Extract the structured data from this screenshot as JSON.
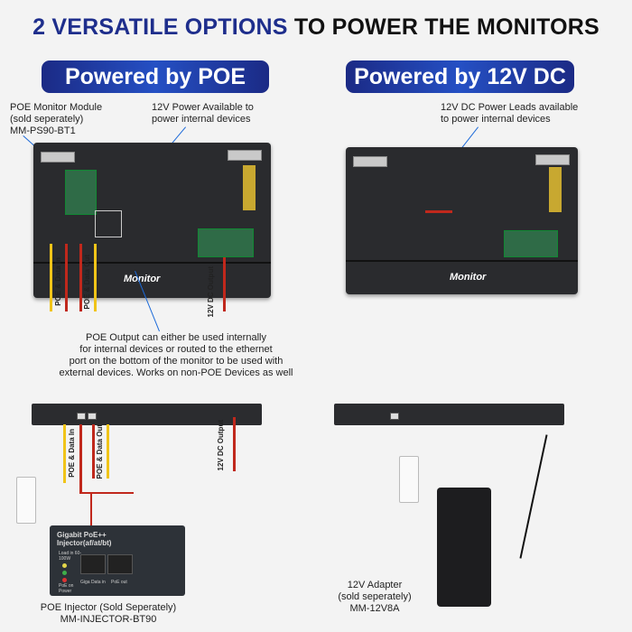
{
  "title": {
    "highlight": "2 VERSATILE OPTIONS",
    "rest": " TO POWER THE MONITORS"
  },
  "left": {
    "heading": "Powered by POE",
    "module_caption": [
      "POE Monitor Module",
      "(sold seperately)",
      "MM-PS90-BT1"
    ],
    "power_caption": [
      "12V Power Available to",
      "power internal devices"
    ],
    "label_in": "POE & Data In",
    "label_out": "POE & Data Out",
    "label_dc": "12V DC Output",
    "logo": "Monitor",
    "note": [
      "POE Output can either be used internally",
      "for internal devices or routed to the ethernet",
      "port on the bottom of the monitor to be used with",
      "external devices. Works on non-POE Devices as well"
    ],
    "injector": {
      "title": [
        "Gigabit PoE++",
        "Injector(af/at/bt)"
      ],
      "load": "Load in 60-100W",
      "led_poe": "PoE on",
      "led_power": "Power",
      "port_in": "Giga Data in",
      "port_out": "PoE out"
    },
    "injector_caption": [
      "POE Injector (Sold Seperately)",
      "MM-INJECTOR-BT90"
    ]
  },
  "right": {
    "heading": "Powered by 12V DC",
    "power_caption": [
      "12V DC Power Leads available",
      "to power internal devices"
    ],
    "logo": "Monitor",
    "adapter_caption": [
      "12V Adapter",
      "(sold seperately)",
      "MM-12V8A"
    ]
  },
  "colors": {
    "accent": "#1e2e8c",
    "poe_red": "#c0281c",
    "data_yellow": "#f0c419"
  }
}
